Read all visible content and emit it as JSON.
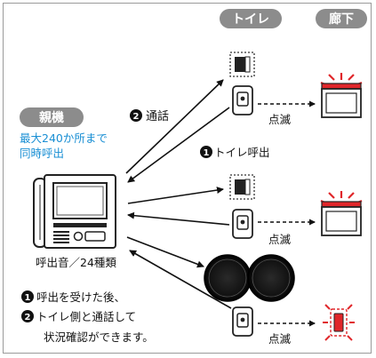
{
  "headers": {
    "toilet": "トイレ",
    "corridor": "廊下",
    "master": "親機"
  },
  "master_caption": {
    "line1": "最大240か所まで",
    "line2": "同時呼出"
  },
  "labels": {
    "call_talk_num": "2",
    "call_talk": "通話",
    "toilet_call_num": "1",
    "toilet_call": "トイレ呼出",
    "blink_1": "点滅",
    "blink_2": "点滅",
    "blink_3": "点滅",
    "ring_tones": "呼出音／24種類"
  },
  "notes": {
    "line1_num": "1",
    "line1": "呼出を受けた後、",
    "line2_num": "2",
    "line2": "トイレ側と通話して",
    "line3": "状況確認ができます。"
  },
  "colors": {
    "pill_bg": "#8c8c8c",
    "caption_blue": "#1a8fd4",
    "alert_red": "#e0262a"
  }
}
